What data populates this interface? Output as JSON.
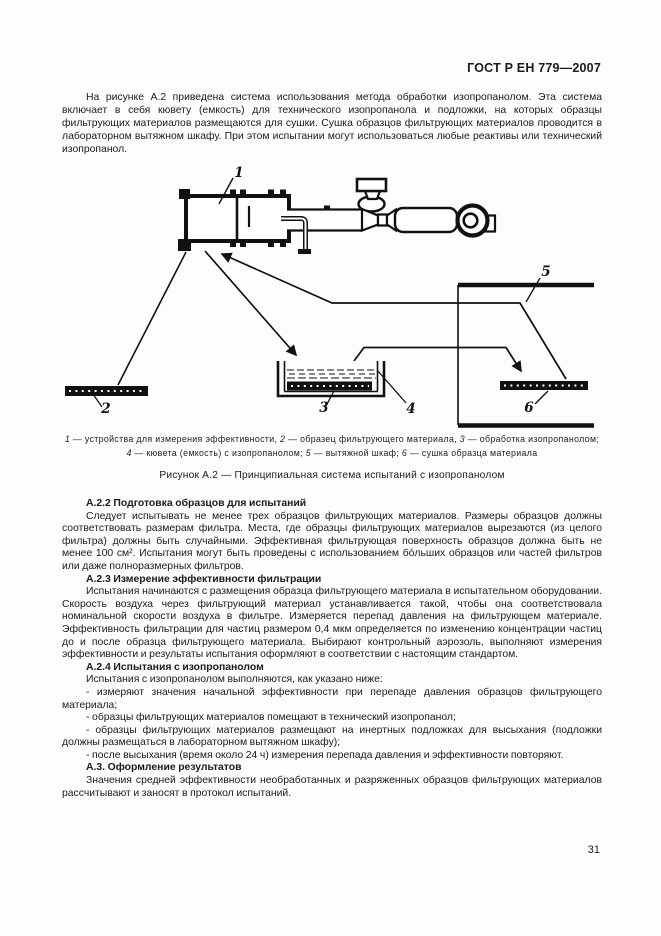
{
  "page": {
    "header": "ГОСТ Р ЕН 779—2007",
    "page_number": "31"
  },
  "intro_paragraph": "На рисунке А.2 приведена система использования метода обработки изопропанолом. Эта система включает в себя кювету (емкость) для технического изопропанола и подложки, на которых образцы фильтрующих материалов размещаются для сушки. Сушка образцов фильтрующих материалов проводится в лабораторном вытяжном шкафу. При этом испытании могут использоваться любые реактивы или технический изопропанол.",
  "figure": {
    "labels": {
      "l1": "1",
      "l2": "2",
      "l3": "3",
      "l4": "4",
      "l5": "5",
      "l6": "6"
    },
    "legend": [
      {
        "num": "1",
        "text": " — устройства для измерения эффективности, "
      },
      {
        "num": "2",
        "text": " — образец фильтрующего материала, "
      },
      {
        "num": "3",
        "text": " — обработка изопропанолом;"
      },
      {
        "num": "4",
        "text": " — кювета (емкость) с изопропанолом; "
      },
      {
        "num": "5",
        "text": " — вытяжной шкаф; "
      },
      {
        "num": "6",
        "text": " — сушка образца материала"
      }
    ],
    "caption": "Рисунок А.2 — Принципиальная система испытаний с изопропанолом"
  },
  "sections": [
    {
      "heading": "А.2.2 Подготовка образцов для испытаний",
      "paragraphs": [
        "Следует испытывать не менее трех образцов фильтрующих материалов. Размеры образцов должны соответствовать размерам фильтра. Места, где образцы фильтрующих материалов вырезаются (из целого фильтра) должны быть случайными. Эффективная фильтрующая поверхность образцов должна быть не менее 100 см². Испытания могут быть проведены с использованием бо́льших образцов или частей фильтров или даже полноразмерных фильтров."
      ]
    },
    {
      "heading": "А.2.3 Измерение эффективности фильтрации",
      "paragraphs": [
        "Испытания начинаются с размещения образца фильтрующего материала в испытательном оборудовании. Скорость воздуха через фильтрующий материал устанавливается такой, чтобы она соответствовала номинальной скорости воздуха в фильтре. Измеряется перепад давления на фильтрующем материале. Эффективность фильтрации для частиц размером 0,4 мкм определяется по изменению концентрации частиц до и после образца фильтрующего материала. Выбирают контрольный аэрозоль, выполняют измерения эффективности и результаты испытания оформляют в соответствии с настоящим стандартом."
      ]
    },
    {
      "heading": "А.2.4 Испытания с изопропанолом",
      "paragraphs": [
        "Испытания с изопропанолом выполняются, как указано ниже:",
        "- измеряют значения начальной эффективности при перепаде давления образцов фильтрующего материала;",
        "- образцы фильтрующих материалов помещают в технический изопропанол;",
        "- образцы фильтрующих материалов размещают на инертных подложках для высыхания (подложки должны размещаться в лабораторном вытяжном шкафу);",
        "- после высыхания (время около 24 ч) измерения перепада давления и эффективности повторяют."
      ]
    },
    {
      "heading": "А.3. Оформление результатов",
      "paragraphs": [
        "Значения средней эффективности необработанных и разряженных образцов фильтрующих материалов рассчитывают и заносят в протокол испытаний."
      ]
    }
  ]
}
